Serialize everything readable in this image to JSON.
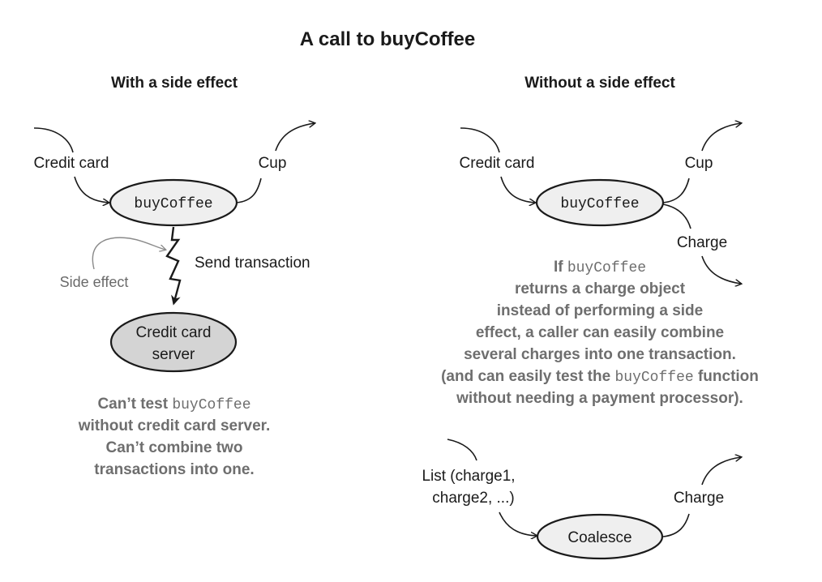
{
  "title": "A call to buyCoffee",
  "left": {
    "heading": "With a side effect",
    "input_label": "Credit card",
    "output_label": "Cup",
    "function_name": "buyCoffee",
    "side_effect_label": "Side effect",
    "send_label": "Send transaction",
    "server_line1": "Credit card",
    "server_line2": "server",
    "caption": {
      "line1_prefix": "Can’t test ",
      "line1_code": "buyCoffee",
      "line2": "without credit card server.",
      "line3": "Can’t combine two",
      "line4": "transactions into one."
    }
  },
  "right": {
    "heading": "Without a side effect",
    "input_label": "Credit card",
    "output_label": "Cup",
    "function_name": "buyCoffee",
    "charge_label": "Charge",
    "caption": {
      "line1_prefix": "If ",
      "line1_code": "buyCoffee",
      "line2": "returns a charge object",
      "line3": "instead of performing a side",
      "line4": "effect, a caller can easily combine",
      "line5": "several charges into one transaction.",
      "line6_prefix": "(and can easily test the ",
      "line6_code": "buyCoffee",
      "line6_suffix": " function",
      "line7": "without needing a payment processor)."
    },
    "coalesce": {
      "input_line1": "List (charge1,",
      "input_line2": "charge2, ...)",
      "function_name": "Coalesce",
      "output_label": "Charge"
    }
  },
  "colors": {
    "text": "#1a1a1a",
    "node_fill": "#efefef",
    "server_fill": "#d4d4d4",
    "caption_gray": "#6e6e6e"
  }
}
